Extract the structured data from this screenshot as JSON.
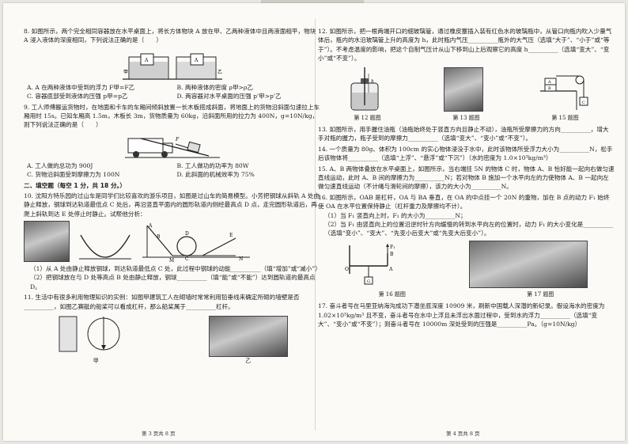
{
  "left": {
    "q8": {
      "stem": "8. 如图所示，两个完全相同容器放在水平桌面上，将长方体物块 A 放在甲、乙两种液体中且两液面相平，物块 A 浸入液体的深度相同，下列说法正确的是（　　）",
      "fig": {
        "jia": "甲",
        "yi": "乙",
        "a": "A"
      },
      "options": [
        "A. A 在两种液体中受到的浮力 F甲=F乙",
        "B. 两种液体的密度 ρ甲>ρ乙",
        "C. 容器底部受到液体的压强 p甲=p乙",
        "D. 两容器对水平桌面的压强 p'甲>p'乙"
      ]
    },
    "q9": {
      "stem": "9. 工人师傅搬运货物时，在地面和卡车的车厢间倾斜放置一长木板搭成斜面，将地面上的货物沿斜面匀速拉上车厢用时 15s。已知车厢高 1.5m，木板长 3m，货物质量为 60kg，沿斜面所用的拉力为 400N，g=10N/kg，则下列说法正确的是（　　）",
      "fig": {
        "f": "F"
      },
      "options": [
        "A. 工人做的总功为 900J",
        "B. 工人做功的功率为 80W",
        "C. 货物沿斜面受到摩擦力为 100N",
        "D. 此斜面的机械效率为 75%"
      ]
    },
    "section": "二、填空题（每空 1 分，共 18 分。）",
    "q10": {
      "stem": "10. 沈阳方特乐园的过山车是同学们比较喜欢的游乐项目，如图是过山车的简易模型。小芳把钢球从斜轨 A 处由静止释放，钢球到达轨道最低点 C 处后，再沿竖直平面内的圆形轨道内侧经最高点 D 点，走完圆形轨道后，再爬上斜轨到达 E 处停止时静止。试帮他分析：",
      "fig_labels": [
        "A",
        "B",
        "C",
        "D",
        "E",
        "M",
        "N"
      ],
      "sub1": "（1）从 A 处由静止释放钢球，到达轨道最低点 C 处，此过程中钢球的动能__________（填“增加”或“减小”）",
      "sub2": "（2）把钢球放在与 D 处等高点 B 处由静止释放，钢球__________（填“能”或“不能”）达到圆轨道的最高点 D。"
    },
    "q11": {
      "stem": "11. 生活中有很多利用物理知识的实例：如图甲建筑工人在砌墙时常常利用铅垂线来确定所砌的墙壁是否__________，如图乙赛艇的船桨可以看成杠杆，那么船桨属于__________杠杆。",
      "cap_jia": "甲",
      "cap_yi": "乙"
    },
    "footer": "第 3 页共 8 页"
  },
  "right": {
    "q12": {
      "stem": "12. 如图所示，把一根两端开口的细玻璃管，通过橡皮塞插入装有红色水的玻璃瓶中，从管口向瓶内吹入少量气体后，瓶内的水沿玻璃管上升的高度为 h，此时瓶内气压__________瓶外的大气压（选填“大于”、“小于”或“等于”）。不考虑温度的影响，把这个自制气压计从山下移到山上后观察它的高度 h__________（选填“变大”、“变小”或“不变”）。",
      "h": "h"
    },
    "fig_caps": [
      "第 12 题图",
      "第 13 题图",
      "第 15 题图"
    ],
    "q15_labels": {
      "a": "A",
      "b": "B",
      "c": "C"
    },
    "q13": "13. 如图所示，用手握住油瓶（油瓶始终处于竖直方向且静止不动），油瓶所受摩擦力的方向__________，增大手对瓶的握力，瓶子受到的摩擦力__________（选填“变大”、“变小”或“不变”）。",
    "q14": "14. 一个质量为 80g、体积为 100cm 的实心物体浸没于水中，此时该物体所受浮力大小为__________N，松手后该物体将__________（选填“上浮”、“悬浮”或“下沉”）（水的密度为 1.0×10³kg/m³）",
    "q15": "15. A、B 两物体叠放在水平桌面上，如图所示，当右端挂 5N 的物体 C 时，物体 A、B 恰好能一起向右做匀速直线运动，此时 A、B 间的摩擦力为__________N；若对物体 B 施加一个水平向左的力使物体 A、B 一起向左做匀速直线运动（不计绳与滑轮间的摩擦），该力的大小为__________N。",
    "q16": {
      "stem": "16. 如图所示，OAB 是杠杆，OA 与 BA 垂直，在 OA 的中点挂一个 20N 的重物，加在 B 点的动力 F₁ 始终使 OA 在水平位置保持静止（杠杆重力及摩擦均不计）。",
      "sub1": "（1）当 F₁ 竖直向上时，F₁ 的大小为__________N；",
      "sub2": "（2）当 F₁ 由竖直向上的位置沿逆时针方向缓慢的转到水平向左的位置时，动力 F₁ 的大小变化是__________（选填“变小”、“变大”、“先变小后变大”或“先变大后变小”）。",
      "labels": {
        "f1": "F₁",
        "o": "O",
        "a": "A",
        "b": "B",
        "g": "G"
      }
    },
    "fig_caps2": [
      "第 16 题图",
      "第 17 题图"
    ],
    "q17": "17. 奋斗者号在马里亚纳海沟成功下潜坐底深度 10909 米，刷新中国载人深潜的新纪录。假设海水的密度为 1.02×10³kg/m³ 且不变，奋斗者号在水中上浮且未浮出水面过程中，受到水的浮力__________（选填“变大”、“变小”或“不变”）；则奋斗者号在 10000m 深处受到的压强是__________Pa。（g=10N/kg）",
    "footer": "第 4 页共 8 页"
  }
}
